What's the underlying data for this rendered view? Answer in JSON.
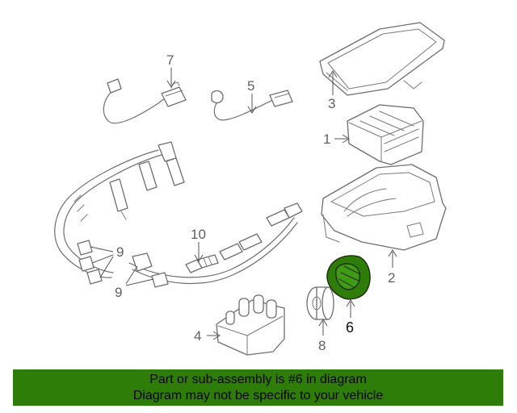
{
  "diagram": {
    "highlight_color": "#2f7d09",
    "callouts": {
      "c1": "1",
      "c2": "2",
      "c3": "3",
      "c4": "4",
      "c5": "5",
      "c6": "6",
      "c7": "7",
      "c8": "8",
      "c9a": "9",
      "c9b": "9",
      "c10": "10"
    }
  },
  "banner": {
    "line1": "Part or sub-assembly is #6 in diagram",
    "line2": "Diagram may not be specific to your vehicle",
    "background": "#2f7d09"
  }
}
